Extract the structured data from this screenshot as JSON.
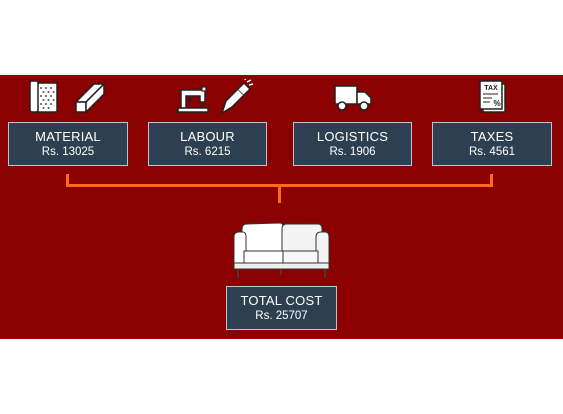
{
  "colors": {
    "background": "#8b0000",
    "box_fill": "#2e3f51",
    "box_border": "#b9c4cf",
    "connector": "#ff6a1a",
    "text": "#ffffff"
  },
  "categories": [
    {
      "label": "MATERIAL",
      "value": "Rs. 13025",
      "icons": [
        "fabric-roll-icon",
        "wood-plank-icon"
      ]
    },
    {
      "label": "LABOUR",
      "value": "Rs. 6215",
      "icons": [
        "sewing-machine-icon",
        "welding-torch-icon"
      ]
    },
    {
      "label": "LOGISTICS",
      "value": "Rs. 1906",
      "icons": [
        "delivery-truck-icon"
      ]
    },
    {
      "label": "TAXES",
      "value": "Rs. 4561",
      "icons": [
        "tax-document-icon"
      ]
    }
  ],
  "total": {
    "label": "TOTAL COST",
    "value": "Rs. 25707",
    "icon": "sofa-icon"
  }
}
